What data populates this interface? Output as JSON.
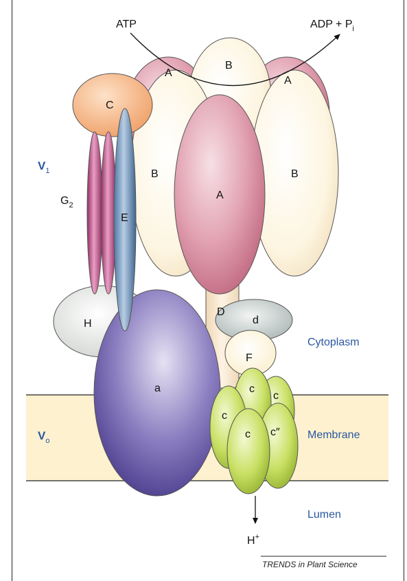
{
  "reaction": {
    "substrate": "ATP",
    "product": "ADP + P",
    "product_subscript": "i"
  },
  "sectors": {
    "v1": {
      "letter": "V",
      "subscript": "1"
    },
    "vo": {
      "letter": "V",
      "subscript": "o"
    }
  },
  "subunits": {
    "A_left": "A",
    "A_right": "A",
    "A_center": "A",
    "B_top": "B",
    "B_left": "B",
    "B_right": "B",
    "C": "C",
    "E": "E",
    "G": "G",
    "G_subscript": "2",
    "H": "H",
    "D": "D",
    "d": "d",
    "F": "F",
    "a": "a",
    "c1": "c",
    "c2": "c",
    "c3": "c",
    "c4": "c",
    "c_double_prime": "c″"
  },
  "compartments": {
    "cytoplasm": "Cytoplasm",
    "membrane": "Membrane",
    "lumen": "Lumen"
  },
  "proton": {
    "symbol": "H",
    "charge": "+"
  },
  "credit": "TRENDS in Plant Science",
  "colors": {
    "membrane": "#fdf1cf",
    "subunit_A": "#d8869b",
    "subunit_B": "#fdf6e2",
    "subunit_C": "#f8b888",
    "subunit_E": "#7fa3c8",
    "subunit_G": "#c2508c",
    "subunit_H": "#e3e5e2",
    "subunit_d": "#c9d2d0",
    "subunit_a": "#7262ab",
    "subunit_c": "#c2dc5a",
    "label_blue": "#2a57a0"
  }
}
